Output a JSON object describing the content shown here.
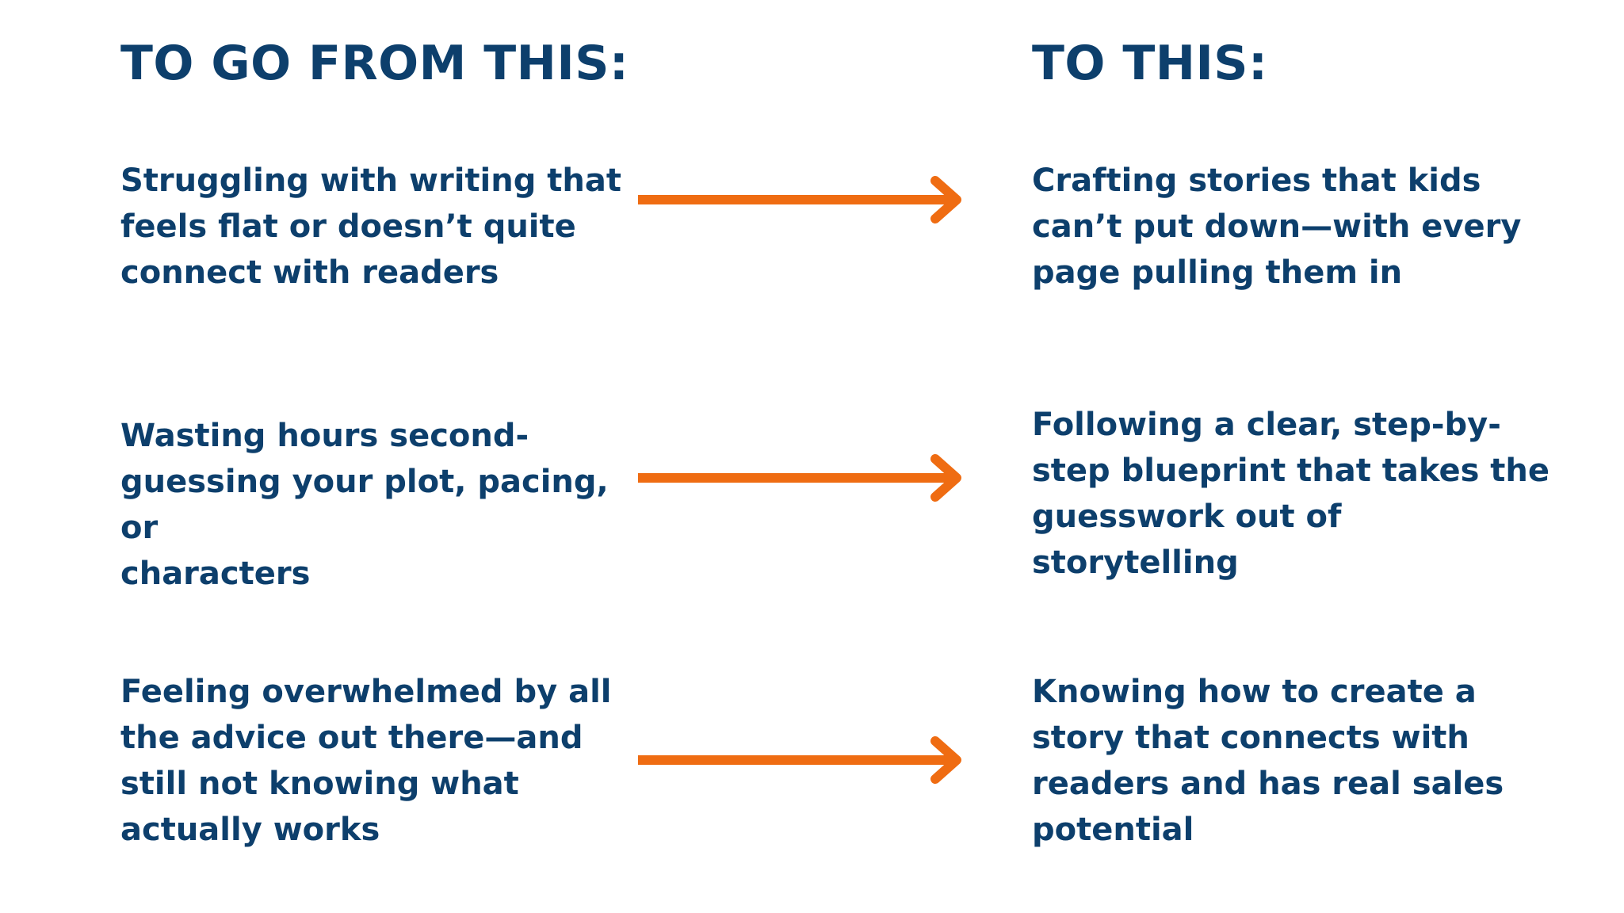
{
  "headings": {
    "from": "TO GO FROM THIS:",
    "to": "TO THIS:"
  },
  "rows": [
    {
      "from": "Struggling with writing that\nfeels flat or doesn’t quite\nconnect with readers",
      "to": "Crafting stories that kids\ncan’t put down—with every\npage pulling them in"
    },
    {
      "from": "Wasting hours second-\nguessing your plot, pacing, or\ncharacters",
      "to": "Following a clear, step-by-\nstep blueprint that takes the\nguesswork out of storytelling"
    },
    {
      "from": "Feeling overwhelmed by all\nthe advice out there—and\nstill not knowing what\nactually works",
      "to": "Knowing how to create a\nstory that connects with\nreaders and has real sales\npotential"
    }
  ],
  "colors": {
    "text": "#0d3f6c",
    "arrow": "#ef6c12"
  },
  "icons": {
    "arrow": "arrow-right-icon"
  }
}
